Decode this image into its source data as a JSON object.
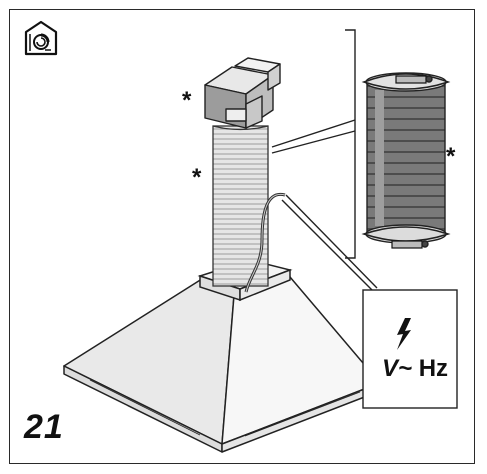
{
  "figure": {
    "step_number": "21",
    "asterisk_mark": "*",
    "electrical_rating": {
      "voltage_symbol": "V~",
      "frequency_unit": "Hz"
    },
    "icons": [
      "house-recirculation-icon",
      "lightning-bolt-icon"
    ],
    "colors": {
      "line": "#222222",
      "duct_fill": "#d9d9d9",
      "filter_fill": "#7d7d7d",
      "background": "#ffffff"
    }
  }
}
